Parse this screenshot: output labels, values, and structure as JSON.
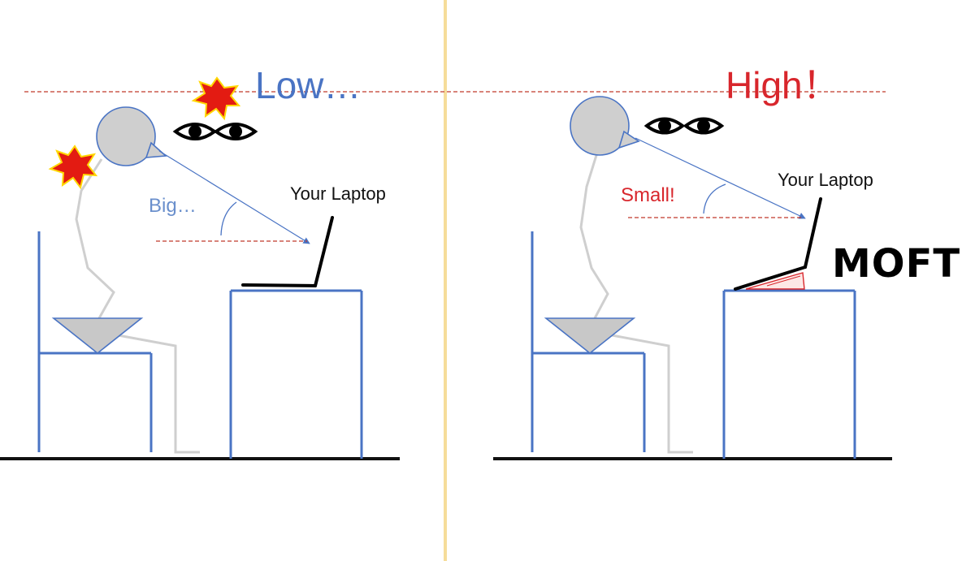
{
  "left_panel": {
    "heading": "Low…",
    "angle_label": "Big…",
    "laptop_label": "Your Laptop"
  },
  "right_panel": {
    "heading": "High！",
    "angle_label": "Small!",
    "laptop_label": "Your Laptop",
    "brand_logo": "MOFT"
  },
  "colors": {
    "blue": "#4a74c4",
    "red": "#d8262c",
    "divider": "#f6dd9a",
    "figure_gray": "#cccccc",
    "pain_burst": "#e31b12",
    "pain_outline": "#ffd700"
  },
  "icons": [
    "eyes-icon",
    "pain-burst-icon"
  ]
}
